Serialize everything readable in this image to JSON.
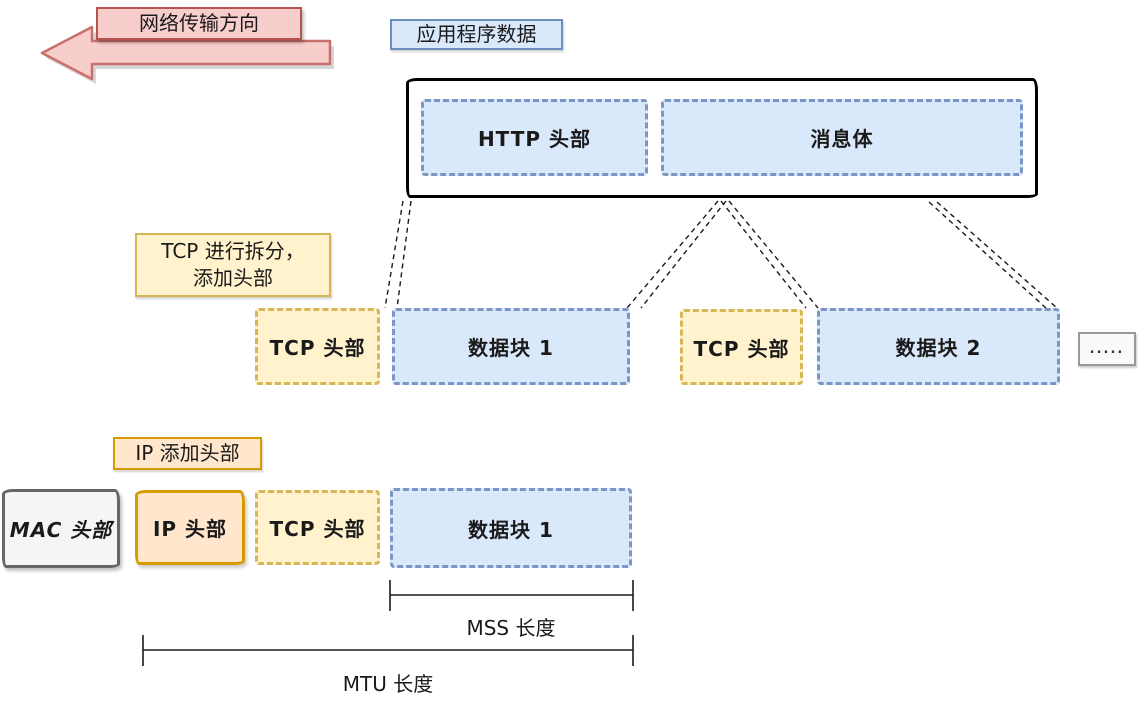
{
  "labels": {
    "direction": "网络传输方向",
    "app_data": "应用程序数据",
    "tcp_note_line1": "TCP 进行拆分，",
    "tcp_note_line2": "添加头部",
    "ip_note": "IP 添加头部",
    "mss": "MSS 长度",
    "mtu": "MTU 长度"
  },
  "app_box": {
    "http_header": "HTTP 头部",
    "message_body": "消息体"
  },
  "segment_row": {
    "tcp_header_1": "TCP 头部",
    "data_block_1": "数据块 1",
    "tcp_header_2": "TCP 头部",
    "data_block_2": "数据块 2",
    "more": "....."
  },
  "frame_row": {
    "mac_header": "MAC 头部",
    "ip_header": "IP 头部",
    "tcp_header": "TCP 头部",
    "data_block": "数据块 1"
  },
  "colors": {
    "pink_fill": "#f8cecc",
    "pink_border": "#b85450",
    "blue_fill": "#dae8fc",
    "blue_border": "#6c8ebf",
    "blue_dash": "#7b96c4",
    "yellow_fill": "#fff2cc",
    "yellow_border": "#d6b656",
    "orange_fill": "#ffe6cc",
    "orange_border": "#d79b00",
    "gray_fill": "#f5f5f5",
    "gray_border": "#666666",
    "outline": "#000000"
  }
}
